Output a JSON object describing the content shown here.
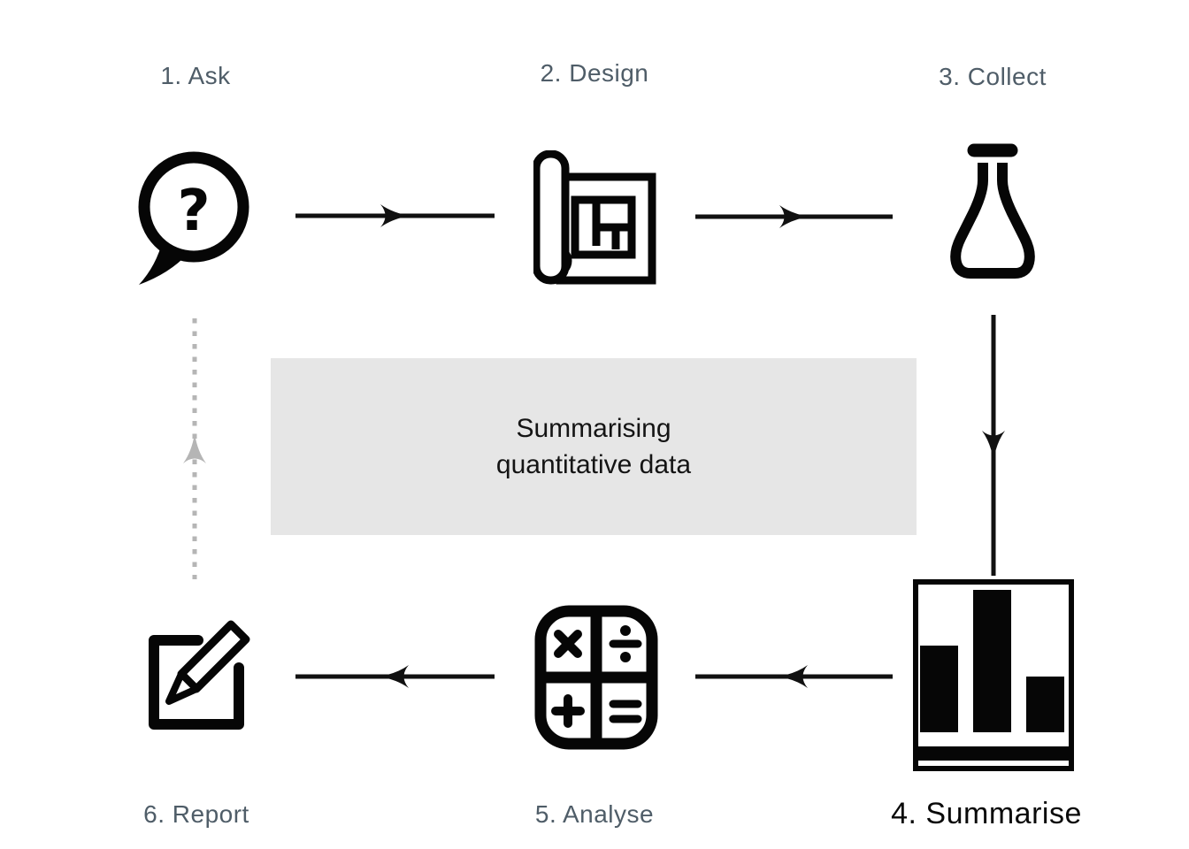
{
  "diagram": {
    "name": "research-cycle",
    "center_box": {
      "line1": "Summarising",
      "line2": "quantitative data"
    },
    "steps": [
      {
        "label": "1. Ask",
        "icon": "speech-bubble-question-icon",
        "glyph": "?",
        "highlighted": false
      },
      {
        "label": "2. Design",
        "icon": "blueprint-plan-icon",
        "highlighted": false
      },
      {
        "label": "3. Collect",
        "icon": "flask-icon",
        "highlighted": false
      },
      {
        "label": "4. Summarise",
        "icon": "bar-chart-icon",
        "highlighted": true
      },
      {
        "label": "5. Analyse",
        "icon": "calculator-icon",
        "highlighted": false
      },
      {
        "label": "6. Report",
        "icon": "edit-note-icon",
        "highlighted": false
      }
    ],
    "flow": [
      {
        "from": "1. Ask",
        "to": "2. Design",
        "style": "solid",
        "direction": "right"
      },
      {
        "from": "2. Design",
        "to": "3. Collect",
        "style": "solid",
        "direction": "right"
      },
      {
        "from": "3. Collect",
        "to": "4. Summarise",
        "style": "solid",
        "direction": "down"
      },
      {
        "from": "4. Summarise",
        "to": "5. Analyse",
        "style": "solid",
        "direction": "left"
      },
      {
        "from": "5. Analyse",
        "to": "6. Report",
        "style": "solid",
        "direction": "left"
      },
      {
        "from": "6. Report",
        "to": "1. Ask",
        "style": "dotted",
        "direction": "up"
      }
    ],
    "colors": {
      "background": "#ffffff",
      "label": "#4f5d68",
      "label_highlight": "#0a0a0a",
      "icon": "#060606",
      "arrow": "#111111",
      "arrow_dotted": "#b5b5b5",
      "box_bg": "#e6e6e6",
      "box_text": "#141414"
    }
  }
}
